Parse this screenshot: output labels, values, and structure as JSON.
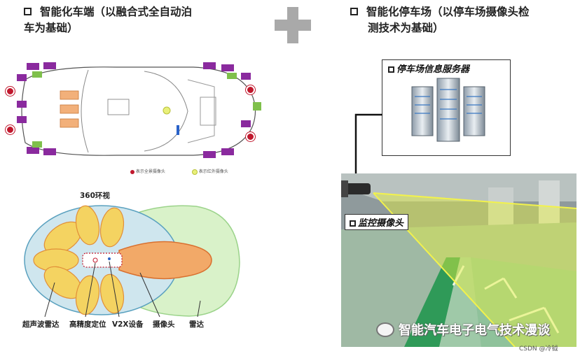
{
  "left_panel": {
    "title_line1": "智能化车端（以融合式全自动泊",
    "title_line2": "车为基础）",
    "car_legend": {
      "red_item": "表示全景摄像头",
      "green_item": "表示红外摄像头"
    },
    "surround_label": "360环视",
    "bottom_labels": [
      "超声波雷达",
      "高精度定位",
      "V2X设备",
      "摄像头",
      "雷达"
    ]
  },
  "plus_symbol": "+",
  "right_panel": {
    "title_line1": "智能化停车场（以停车场摄像头检",
    "title_line2": "测技术为基础）",
    "server_label": "停车场信息服务器",
    "camera_label": "监控摄像头"
  },
  "watermark": {
    "text": "智能汽车电子电气技术漫谈",
    "credit": "CSDN @冷钺"
  },
  "colors": {
    "plus_gray": "#a9a9a9",
    "ultrasonic_yellow": "#f6d35a",
    "radar_green": "#d9f2c9",
    "camera_orange": "#f2a968",
    "floor_green": "#2f9a58",
    "camera_beam": "#e6f23c"
  }
}
